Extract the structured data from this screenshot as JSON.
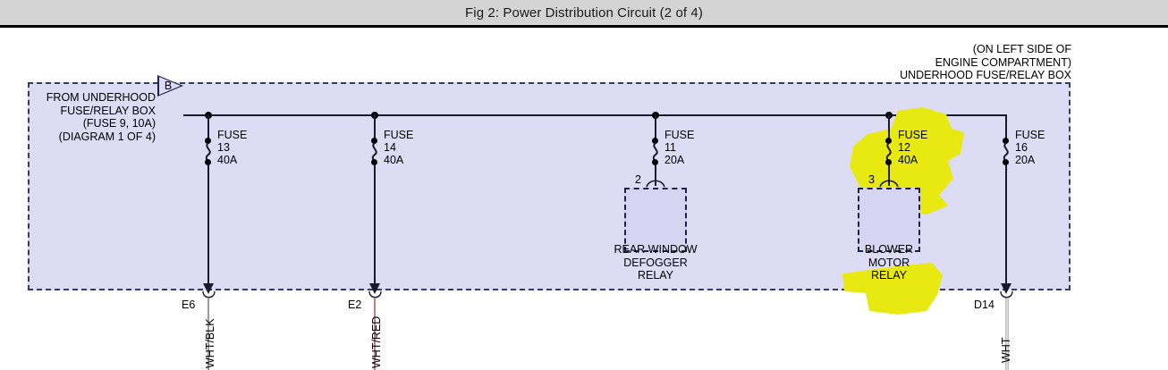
{
  "titlebar": {
    "title": "Fig 2: Power Distribution Circuit (2 of 4)"
  },
  "diagram": {
    "box_note_line1": "(ON LEFT SIDE OF",
    "box_note_line2": "ENGINE COMPARTMENT)",
    "box_note_line3": "UNDERHOOD FUSE/RELAY BOX",
    "source_label": {
      "line1": "FROM UNDERHOOD",
      "line2": "FUSE/RELAY BOX",
      "line3": "(FUSE 9, 10A)",
      "line4": "(DIAGRAM 1 OF 4)"
    },
    "connector": {
      "label": "B"
    },
    "fuses": [
      {
        "name": "FUSE",
        "number": "13",
        "rating": "40A",
        "highlighted": false
      },
      {
        "name": "FUSE",
        "number": "14",
        "rating": "40A",
        "highlighted": false
      },
      {
        "name": "FUSE",
        "number": "11",
        "rating": "20A",
        "highlighted": false
      },
      {
        "name": "FUSE",
        "number": "12",
        "rating": "40A",
        "highlighted": true
      },
      {
        "name": "FUSE",
        "number": "16",
        "rating": "20A",
        "highlighted": false
      }
    ],
    "relays": [
      {
        "pin": "2",
        "line1": "REAR WINDOW",
        "line2": "DEFOGGER",
        "line3": "RELAY",
        "highlighted": false
      },
      {
        "pin": "3",
        "line1": "BLOWER",
        "line2": "MOTOR",
        "line3": "RELAY",
        "highlighted": true
      }
    ],
    "exits": [
      {
        "pin": "E6",
        "color_label": "WHT/BLK",
        "wire_color": "#9a9a9a"
      },
      {
        "pin": "E2",
        "color_label": "WHT/RED",
        "wire_color": "#c08080"
      },
      {
        "pin": "D14",
        "color_label": "WHT",
        "wire_color": "#d8d8d8"
      }
    ],
    "colors": {
      "box_fill": "#dcdcf5",
      "line": "#1a1a2e",
      "highlight": "#e9e912",
      "titlebar_bg": "#d4d4d4"
    }
  }
}
